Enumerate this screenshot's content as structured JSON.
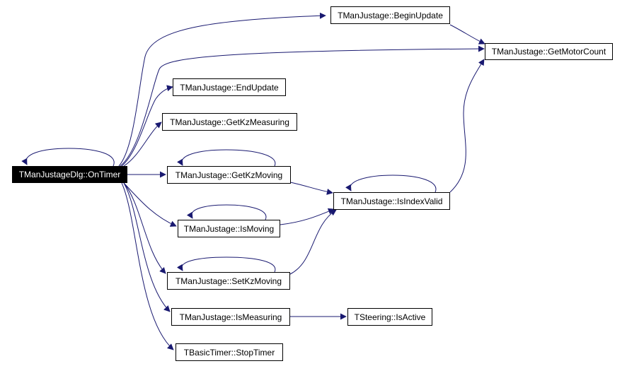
{
  "colors": {
    "edge": "#191970",
    "node_border": "#000000",
    "root_fill": "#000000",
    "root_text": "#ffffff",
    "node_fill": "#ffffff"
  },
  "nodes": [
    {
      "id": "ontimer",
      "label": "TManJustageDlg::OnTimer"
    },
    {
      "id": "beginupdate",
      "label": "TManJustage::BeginUpdate"
    },
    {
      "id": "getmotorcount",
      "label": "TManJustage::GetMotorCount"
    },
    {
      "id": "endupdate",
      "label": "TManJustage::EndUpdate"
    },
    {
      "id": "getkzmeasuring",
      "label": "TManJustage::GetKzMeasuring"
    },
    {
      "id": "getkzmoving",
      "label": "TManJustage::GetKzMoving"
    },
    {
      "id": "isindexvalid",
      "label": "TManJustage::IsIndexValid"
    },
    {
      "id": "ismoving",
      "label": "TManJustage::IsMoving"
    },
    {
      "id": "setkzmoving",
      "label": "TManJustage::SetKzMoving"
    },
    {
      "id": "ismeasuring",
      "label": "TManJustage::IsMeasuring"
    },
    {
      "id": "isactive",
      "label": "TSteering::IsActive"
    },
    {
      "id": "stoptimer",
      "label": "TBasicTimer::StopTimer"
    }
  ],
  "edges": [
    {
      "from": "ontimer",
      "to": "ontimer"
    },
    {
      "from": "ontimer",
      "to": "beginupdate"
    },
    {
      "from": "ontimer",
      "to": "getmotorcount"
    },
    {
      "from": "ontimer",
      "to": "endupdate"
    },
    {
      "from": "ontimer",
      "to": "getkzmeasuring"
    },
    {
      "from": "ontimer",
      "to": "getkzmoving"
    },
    {
      "from": "ontimer",
      "to": "ismoving"
    },
    {
      "from": "ontimer",
      "to": "setkzmoving"
    },
    {
      "from": "ontimer",
      "to": "ismeasuring"
    },
    {
      "from": "ontimer",
      "to": "stoptimer"
    },
    {
      "from": "beginupdate",
      "to": "getmotorcount"
    },
    {
      "from": "getkzmoving",
      "to": "getkzmoving"
    },
    {
      "from": "getkzmoving",
      "to": "isindexvalid"
    },
    {
      "from": "ismoving",
      "to": "ismoving"
    },
    {
      "from": "ismoving",
      "to": "isindexvalid"
    },
    {
      "from": "setkzmoving",
      "to": "setkzmoving"
    },
    {
      "from": "setkzmoving",
      "to": "isindexvalid"
    },
    {
      "from": "isindexvalid",
      "to": "isindexvalid"
    },
    {
      "from": "isindexvalid",
      "to": "getmotorcount"
    },
    {
      "from": "ismeasuring",
      "to": "isactive"
    }
  ]
}
